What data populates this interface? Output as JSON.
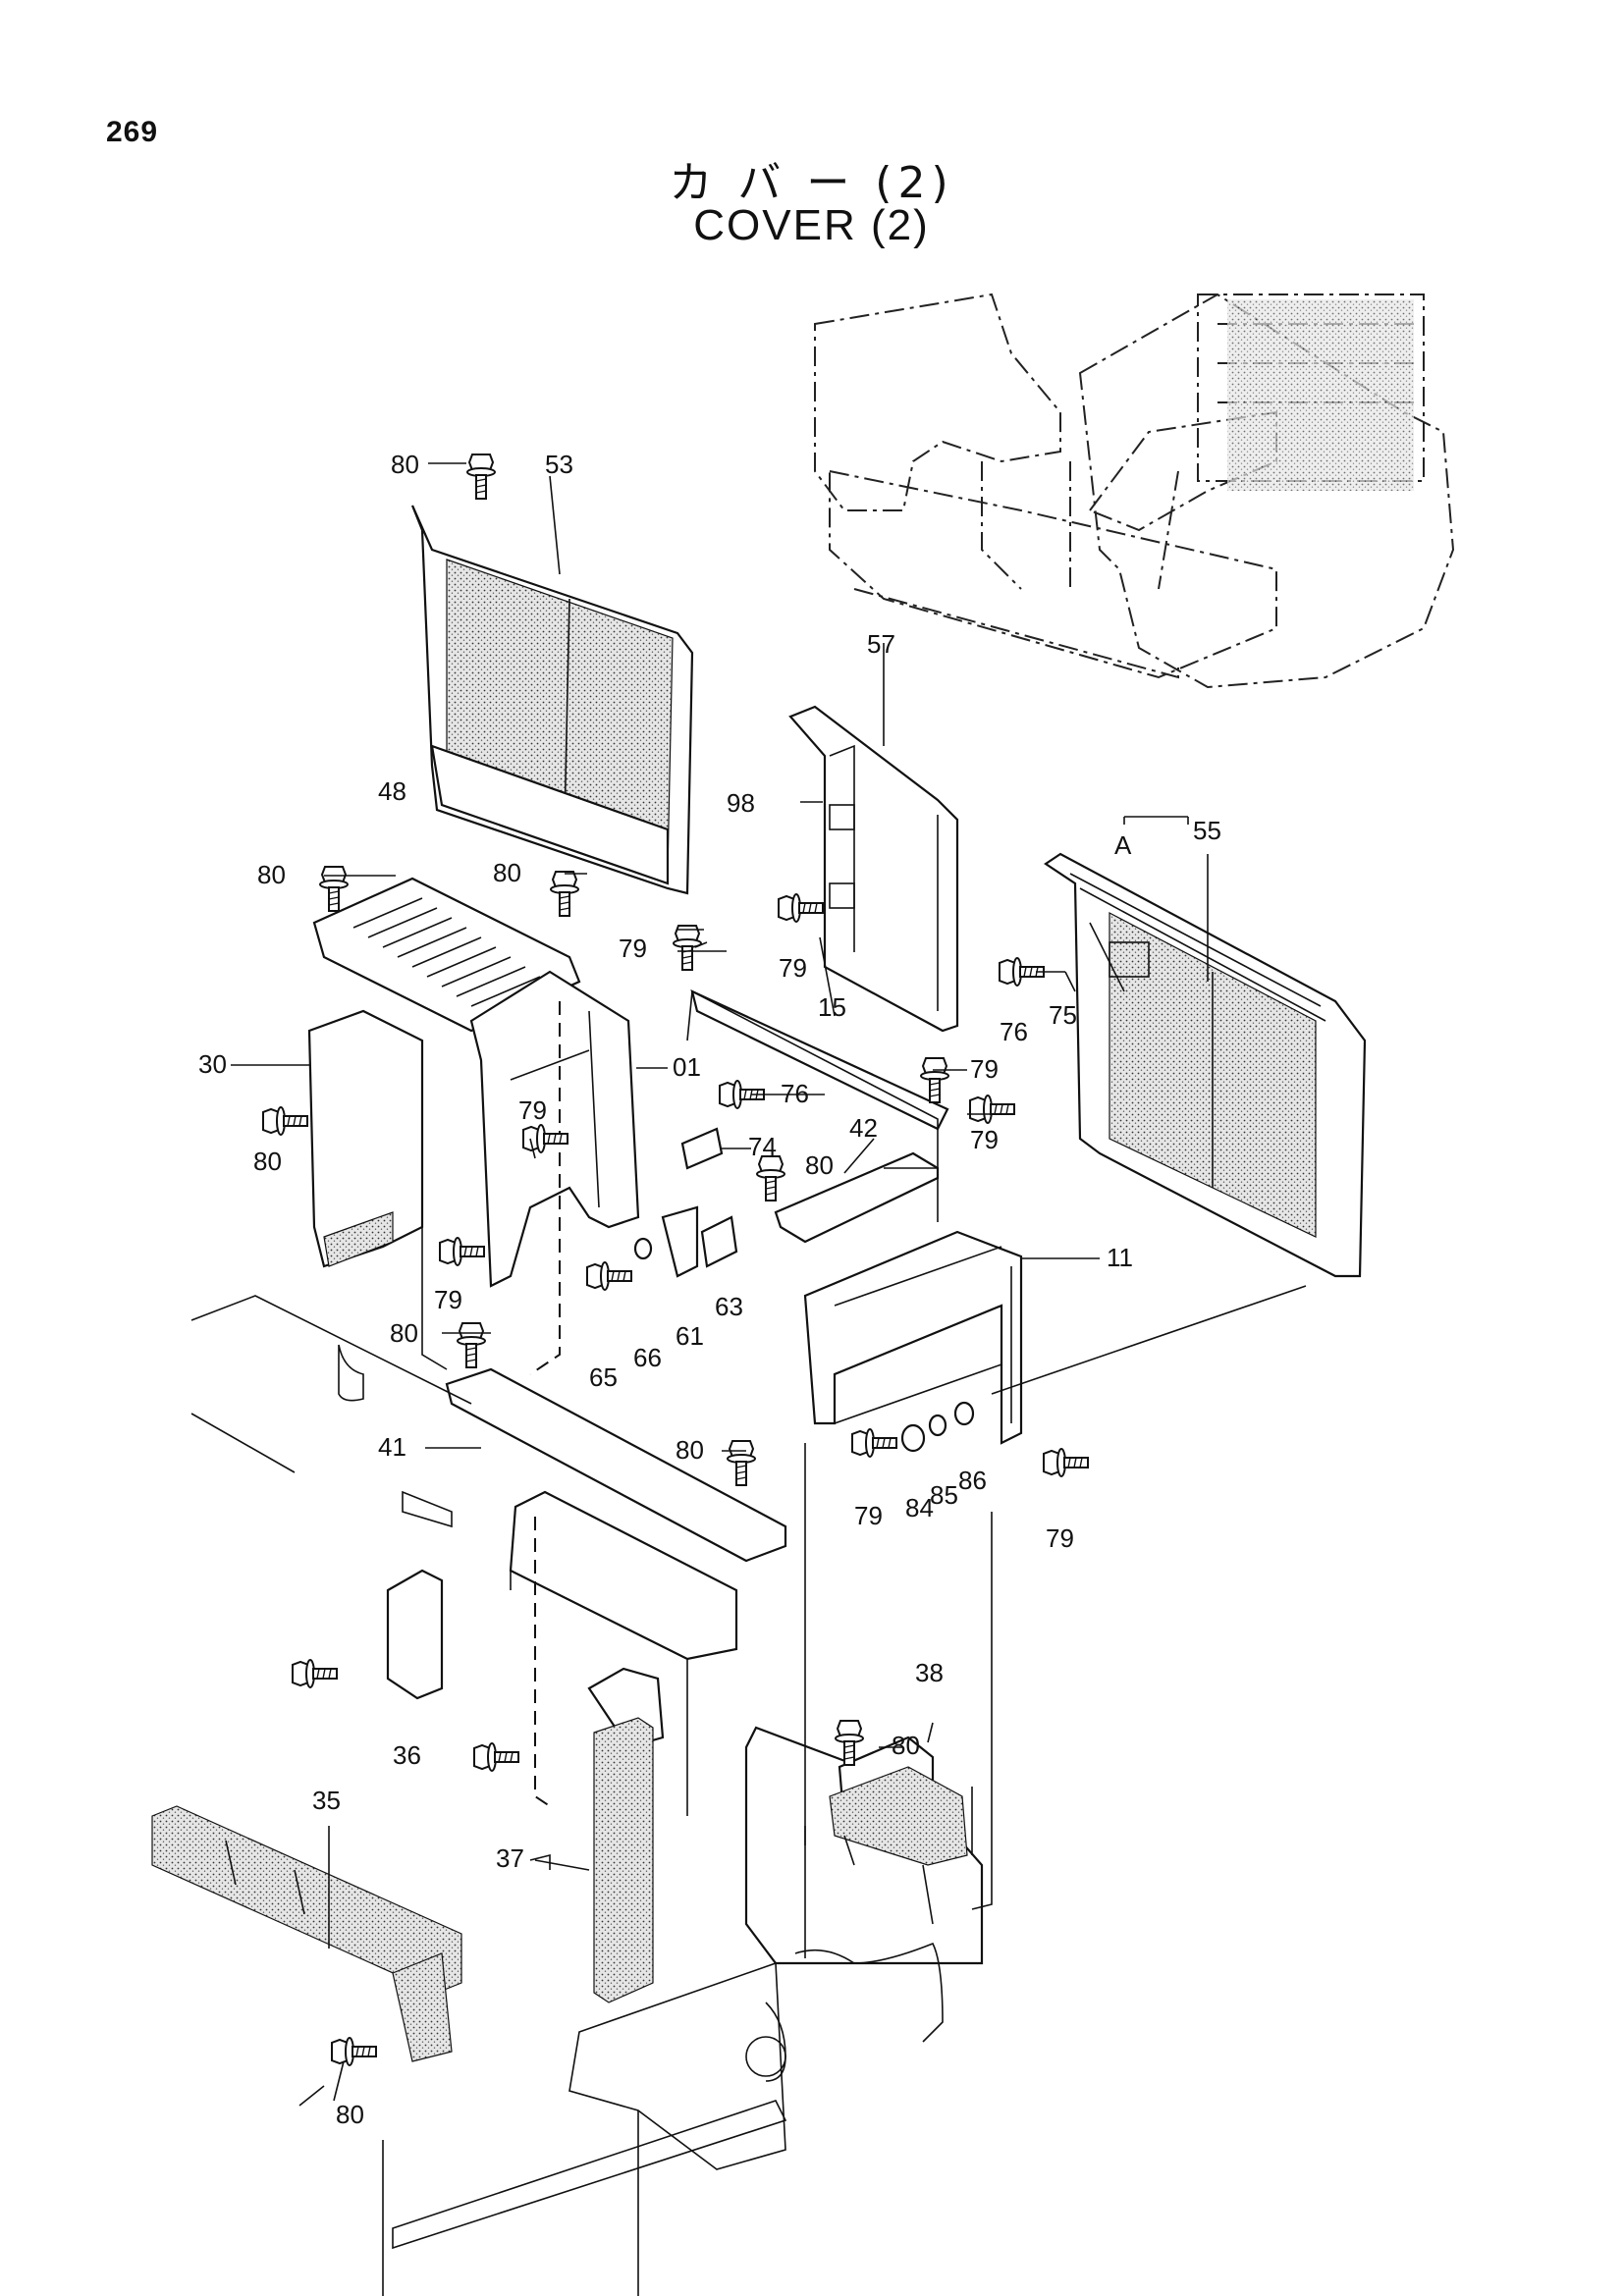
{
  "page_number": "269",
  "title_jp": "カ バ ー  (2)",
  "title_en": "COVER (2)",
  "callouts": [
    {
      "id": "c80a",
      "label": "80"
    },
    {
      "id": "c53",
      "label": "53"
    },
    {
      "id": "c57",
      "label": "57"
    },
    {
      "id": "c98",
      "label": "98"
    },
    {
      "id": "c79a",
      "label": "79"
    },
    {
      "id": "c48",
      "label": "48"
    },
    {
      "id": "c80b",
      "label": "80"
    },
    {
      "id": "c80c",
      "label": "80"
    },
    {
      "id": "c79b",
      "label": "79"
    },
    {
      "id": "c15",
      "label": "15"
    },
    {
      "id": "cA",
      "label": "A"
    },
    {
      "id": "c55",
      "label": "55"
    },
    {
      "id": "c76a",
      "label": "76"
    },
    {
      "id": "c75",
      "label": "75"
    },
    {
      "id": "c30",
      "label": "30"
    },
    {
      "id": "c01",
      "label": "01"
    },
    {
      "id": "c79c",
      "label": "79"
    },
    {
      "id": "c76b",
      "label": "76"
    },
    {
      "id": "c79d",
      "label": "79"
    },
    {
      "id": "c80d",
      "label": "80"
    },
    {
      "id": "c74",
      "label": "74"
    },
    {
      "id": "c79e",
      "label": "79"
    },
    {
      "id": "c80e",
      "label": "80"
    },
    {
      "id": "c42",
      "label": "42"
    },
    {
      "id": "c11",
      "label": "11"
    },
    {
      "id": "c79f",
      "label": "79"
    },
    {
      "id": "c65",
      "label": "65"
    },
    {
      "id": "c66",
      "label": "66"
    },
    {
      "id": "c61",
      "label": "61"
    },
    {
      "id": "c63",
      "label": "63"
    },
    {
      "id": "c80f",
      "label": "80"
    },
    {
      "id": "c41",
      "label": "41"
    },
    {
      "id": "c80g",
      "label": "80"
    },
    {
      "id": "c79g",
      "label": "79"
    },
    {
      "id": "c84",
      "label": "84"
    },
    {
      "id": "c85",
      "label": "85"
    },
    {
      "id": "c86",
      "label": "86"
    },
    {
      "id": "c79h",
      "label": "79"
    },
    {
      "id": "c36",
      "label": "36"
    },
    {
      "id": "c38",
      "label": "38"
    },
    {
      "id": "c80h",
      "label": "80"
    },
    {
      "id": "c35",
      "label": "35"
    },
    {
      "id": "c37",
      "label": "37"
    },
    {
      "id": "c80i",
      "label": "80"
    }
  ]
}
